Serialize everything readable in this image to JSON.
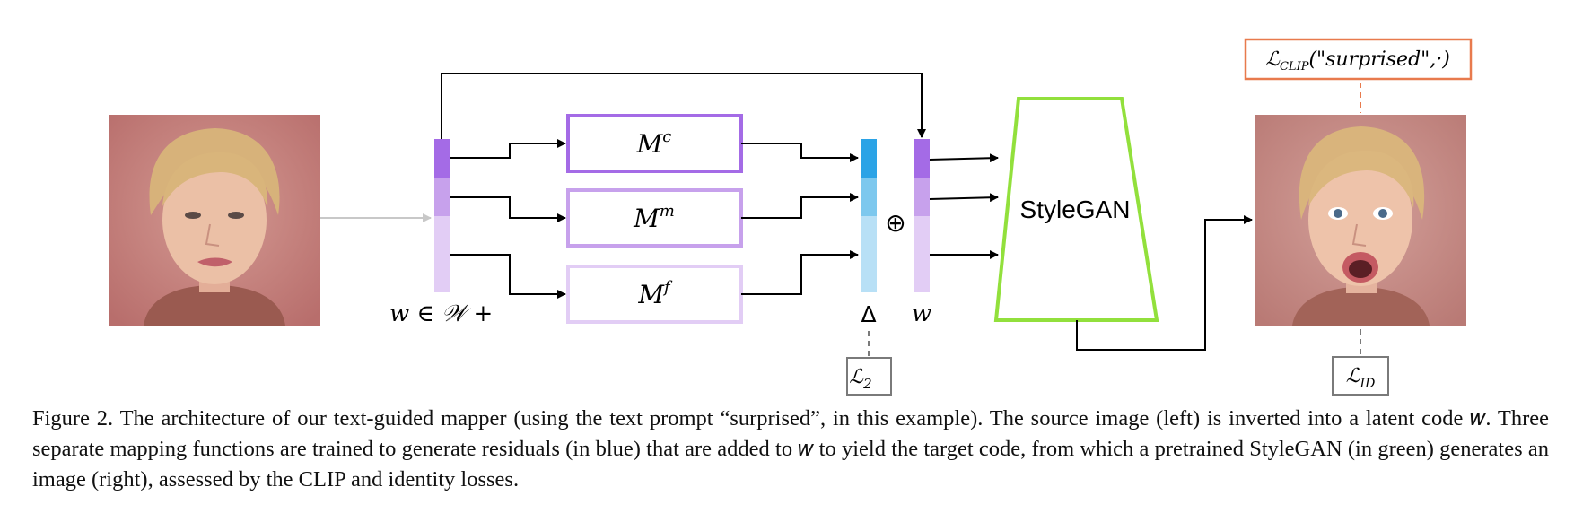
{
  "diagram": {
    "mappers": [
      {
        "base": "M",
        "sup": "c"
      },
      {
        "base": "M",
        "sup": "m"
      },
      {
        "base": "M",
        "sup": "f"
      }
    ],
    "input_code_label": "w ∈ 𝒲 +",
    "delta_label": "Δ",
    "output_code_label": "w",
    "plus_symbol": "⊕",
    "generator_label": "StyleGAN",
    "clip_loss": {
      "symbol": "ℒ",
      "sub": "CLIP",
      "arg": "(\"surprised\",·)"
    },
    "l2_loss": {
      "symbol": "ℒ",
      "sub": "2"
    },
    "id_loss": {
      "symbol": "ℒ",
      "sub": "ID"
    },
    "colors": {
      "mapper_coarse": "#a46be6",
      "mapper_medium": "#c7a1ec",
      "mapper_fine": "#e2cdf5",
      "residual_coarse": "#2ba3e6",
      "residual_medium": "#7dc8ee",
      "residual_fine": "#b8e0f6",
      "generator": "#92e03c",
      "loss_clip_border": "#e87a4d",
      "loss_gray_border": "#7a7a7a"
    }
  },
  "caption": {
    "text": "Figure 2. The architecture of our text-guided mapper (using the text prompt “surprised”, in this example). The source image (left) is inverted into a latent code 𝑤. Three separate mapping functions are trained to generate residuals (in blue) that are added to 𝑤 to yield the target code, from which a pretrained StyleGAN (in green) generates an image (right), assessed by the CLIP and identity losses."
  }
}
